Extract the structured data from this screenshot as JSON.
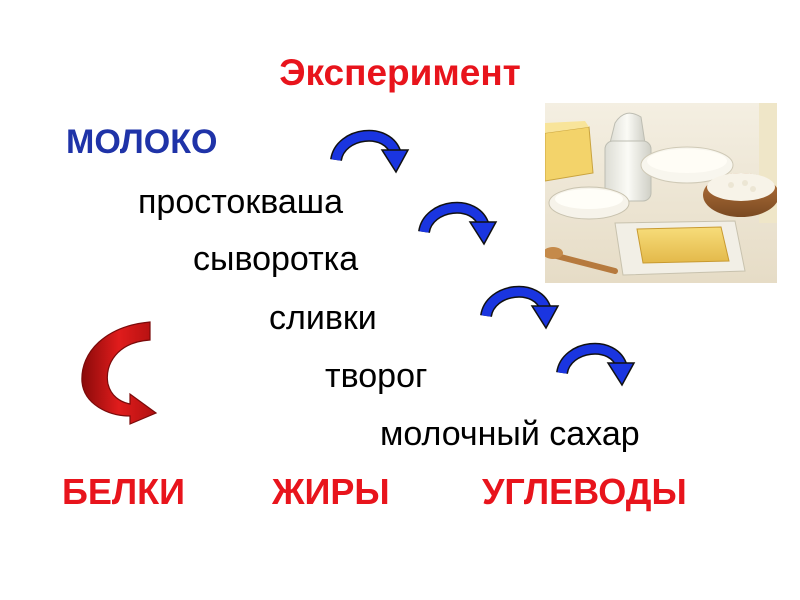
{
  "title": "Эксперимент",
  "chain": [
    "МОЛОКО",
    "простокваша",
    "сыворотка",
    "сливки",
    "творог",
    "молочный сахар"
  ],
  "nutrients": [
    "БЕЛКИ",
    "ЖИРЫ",
    "УГЛЕВОДЫ"
  ],
  "colors": {
    "title": "#e8141c",
    "start_word": "#1f33a8",
    "step_arrows": "#1a35e0",
    "nutrient_arrow": "#d81818",
    "nutrients": "#e8141c"
  },
  "icons": {
    "step_arrow": "curved-arrow-right-down-icon",
    "nutrient_arrow": "curved-arrow-left-down-icon"
  }
}
